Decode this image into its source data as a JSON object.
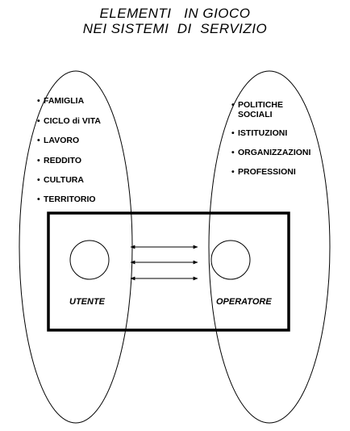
{
  "title": {
    "line1": "ELEMENTI   IN GIOCO",
    "line2": "NEI SISTEMI  DI  SERVIZIO"
  },
  "left_factors": [
    "FAMIGLIA",
    "CICLO di VITA",
    "LAVORO",
    "REDDITO",
    "CULTURA",
    "TERRITORIO"
  ],
  "right_factors": [
    "POLITICHE SOCIALI",
    "ISTITUZIONI",
    "ORGANIZZAZIONI",
    "PROFESSIONI"
  ],
  "roles": {
    "left": "UTENTE",
    "right": "OPERATORE"
  },
  "arrows": {
    "count": 3,
    "direction": "bidirectional"
  }
}
